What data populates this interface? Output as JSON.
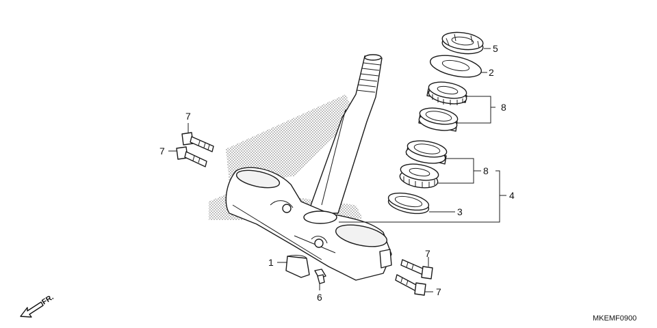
{
  "diagram": {
    "diagram_code": "MKEMF0900",
    "direction_marker": "FR.",
    "callouts": {
      "c1": "1",
      "c2": "2",
      "c3": "3",
      "c4": "4",
      "c5": "5",
      "c6": "6",
      "c7a": "7",
      "c7b": "7",
      "c7c": "7",
      "c7d": "7",
      "c8a": "8",
      "c8b": "8"
    }
  }
}
